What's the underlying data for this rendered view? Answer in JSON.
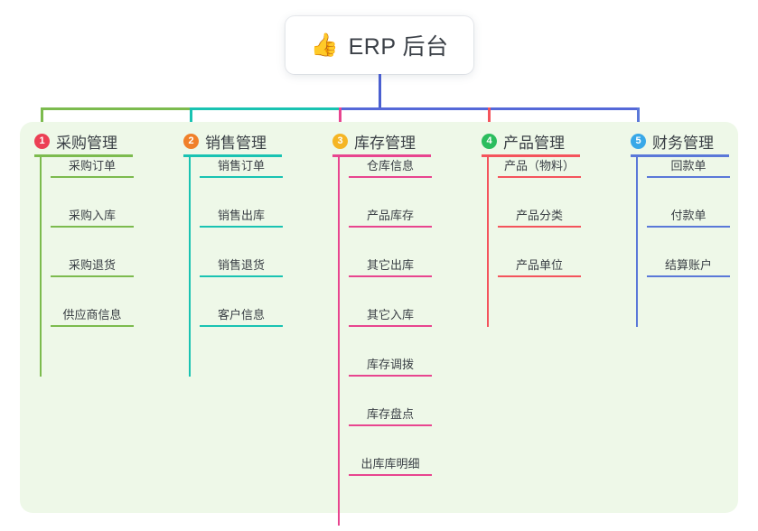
{
  "title": {
    "emoji": "👍",
    "icon_name": "thumbs-up-icon",
    "text": "ERP 后台"
  },
  "palette": {
    "panel_bg": "#eef8e8",
    "page_bg": "#ffffff",
    "text": "#3a3f45",
    "stem_blue": "#4a5fd0"
  },
  "connector": {
    "segments": [
      {
        "name": "seg-green",
        "color": "#7cbb4e"
      },
      {
        "name": "seg-teal",
        "color": "#19c3b2"
      },
      {
        "name": "seg-blue",
        "color": "#5568d8"
      }
    ]
  },
  "columns": [
    {
      "index": "1",
      "badge_color": "#ec4055",
      "line_color": "#7cbb4e",
      "title": "采购管理",
      "items": [
        "采购订单",
        "采购入库",
        "采购退货",
        "供应商信息"
      ]
    },
    {
      "index": "2",
      "badge_color": "#f0802a",
      "line_color": "#19c3b2",
      "title": "销售管理",
      "items": [
        "销售订单",
        "销售出库",
        "销售退货",
        "客户信息"
      ]
    },
    {
      "index": "3",
      "badge_color": "#f5b524",
      "line_color": "#e8458f",
      "title": "库存管理",
      "items": [
        "仓库信息",
        "产品库存",
        "其它出库",
        "其它入库",
        "库存调拨",
        "库存盘点",
        "出库库明细"
      ]
    },
    {
      "index": "4",
      "badge_color": "#2bbd5e",
      "line_color": "#f4545c",
      "title": "产品管理",
      "items": [
        "产品（物料）",
        "产品分类",
        "产品单位"
      ]
    },
    {
      "index": "5",
      "badge_color": "#38a8e8",
      "line_color": "#5a78d8",
      "title": "财务管理",
      "items": [
        "回款单",
        "付款单",
        "结算账户"
      ]
    }
  ]
}
